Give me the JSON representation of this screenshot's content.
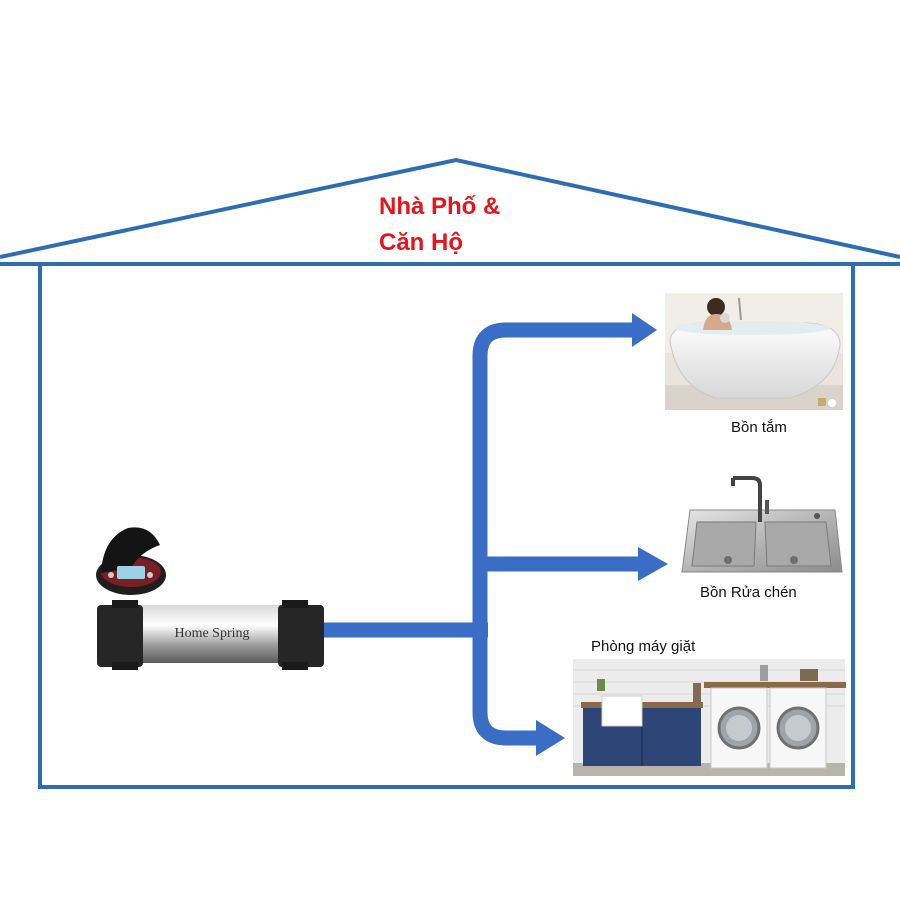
{
  "house": {
    "title_line1": "Nhà Phố &",
    "title_line2": "Căn Hộ"
  },
  "filter": {
    "brand_text": "Home Spring"
  },
  "outlets": [
    {
      "label": "Bồn tắm",
      "image": "bathtub-photo"
    },
    {
      "label": "Bồn Rửa chén",
      "image": "kitchen-sink-photo"
    },
    {
      "label": "Phòng máy giặt",
      "image": "laundry-room-photo"
    }
  ],
  "colors": {
    "house_outline": "#2e6db4",
    "pipe": "#3a6ec6",
    "title": "#e8141b"
  },
  "icons": [
    "water-filter-icon",
    "control-panel-icon",
    "arrow-right-icon"
  ]
}
